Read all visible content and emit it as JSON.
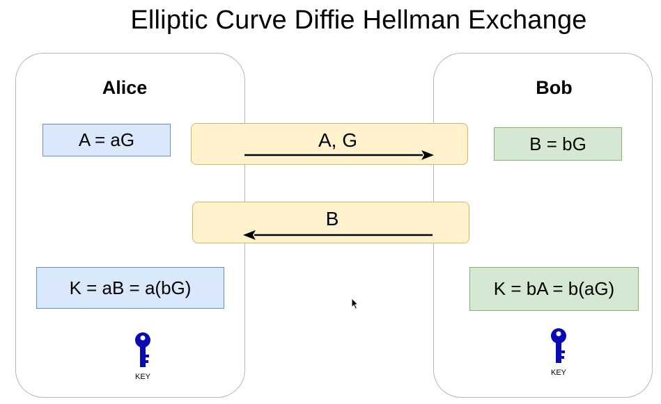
{
  "title": "Elliptic Curve Diffie Hellman Exchange",
  "alice": {
    "name": "Alice",
    "public_key": "A = aG",
    "shared_key": "K = aB = a(bG)",
    "key_label": "KEY"
  },
  "bob": {
    "name": "Bob",
    "public_key": "B = bG",
    "shared_key": "K = bA = b(aG)",
    "key_label": "KEY"
  },
  "messages": [
    {
      "label": "A, G",
      "direction": "to-bob"
    },
    {
      "label": "B",
      "direction": "to-alice"
    }
  ],
  "colors": {
    "alice_box": "#dae8fc",
    "bob_box": "#d5e8d4",
    "message_box": "#fff2cc",
    "key_icon": "#0a0ab4"
  },
  "icons": {
    "key": "key-icon"
  }
}
